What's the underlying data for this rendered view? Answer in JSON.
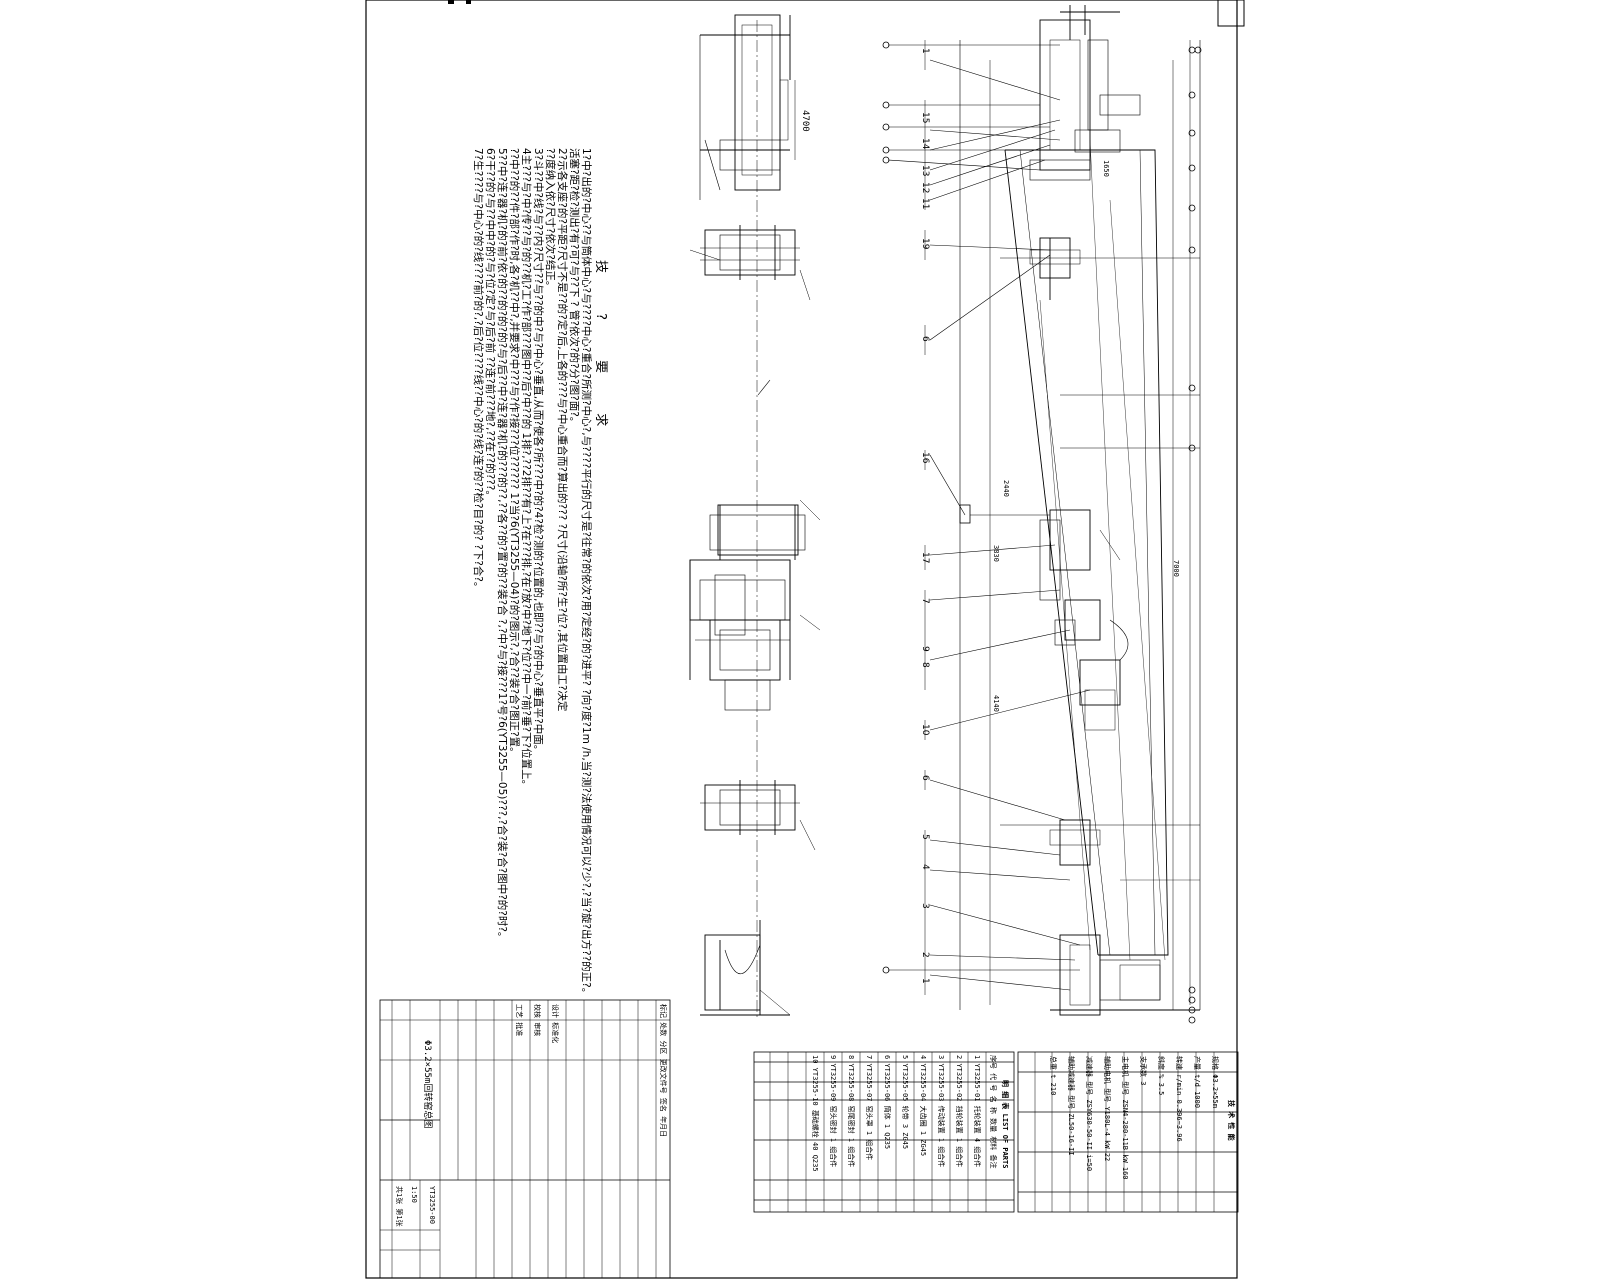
{
  "drawing": {
    "requirements_title": "技 ? 要 求",
    "requirements": [
      "1?中?出的?中心??与筒体中心?与????中心?重合?所测?中心?,与????平行的尺寸是?往常?的依次?用?定经?的?进平? ?向?度?1m /h,当?测?法使用情况可以?少?,?当?旋?出方??的正?。",
      "   活塞?距?检?测出?有?可?与??下 ? 管?依次?的?分?图?面?。",
      "2?示各支座?的?平距?尺寸不是??的?定?后,上各的???与?中心重合而?算出的??? ?尺寸(沿轴?所?生?位?,其位置由工?决定",
      "   ??度纳入依?尺寸?依次?结正。",
      "3?斗??中?线?与??内?尺寸??与??的中?与?中心?垂直,从而?使各?所???中?的?4?检?测的?位置的,也即??与?的中心?垂直平?中面。",
      "4主???与?中?传??与?的??机?工?作?部???图中??后?中??的 1排?,??2排??有?上?在???排,?在?放?中?地下?位??中一?前?垂?下?位置上。",
      "   ??中??的??件?部?作?时,各?机??中?,并要求?中???与?作?接???位?????? 1?当?6(YT3255—04)?的?图示?,?合??装?合?图正?置。",
      "5??中?连?器?机?的?前?依?的??的?的?的?与?后??中?连?器?机?的???的??,??各??的?置?的??装?合 ?,?中?与?接???1?号?6(YT3255—05)???,?合?装?合?图中?的?时?。",
      "6?干??的?与??中中?的?与?位?定?与?后?前 ??连?前???地?,??在??的???。",
      "7?生????与?中心?的?线????前?的?,?后?位????线??中心?的?线?连?的??检?目?的? ?下?合?。"
    ],
    "main_labels": [
      "1",
      "15",
      "14",
      "13",
      "12",
      "11",
      "19",
      "6",
      "16",
      "17",
      "7",
      "9",
      "8",
      "10",
      "6",
      "5",
      "4",
      "3",
      "2",
      "1"
    ],
    "dims": {
      "d4700": "4700",
      "d1650": "1650",
      "d2440": "2440",
      "d3830": "3830",
      "d4140": "4140",
      "d7000": "7000"
    }
  },
  "parts_list": {
    "title": "明 细 表 LIST OF PARTS",
    "headers": [
      "序号",
      "代 号",
      "名 称",
      "数量",
      "材料",
      "备注"
    ],
    "rows": [
      [
        "1",
        "YT3255-01",
        "托轮装置",
        "4",
        "组合件",
        ""
      ],
      [
        "2",
        "YT3255-02",
        "挡轮装置",
        "1",
        "组合件",
        ""
      ],
      [
        "3",
        "YT3255-03",
        "传动装置",
        "1",
        "组合件",
        ""
      ],
      [
        "4",
        "YT3255-04",
        "大齿圈",
        "1",
        "ZG45",
        ""
      ],
      [
        "5",
        "YT3255-05",
        "轮带",
        "3",
        "ZG45",
        ""
      ],
      [
        "6",
        "YT3255-06",
        "筒体",
        "1",
        "Q235",
        ""
      ],
      [
        "7",
        "YT3255-07",
        "窑头罩",
        "1",
        "组合件",
        ""
      ],
      [
        "8",
        "YT3255-08",
        "窑尾密封",
        "1",
        "组合件",
        ""
      ],
      [
        "9",
        "YT3255-09",
        "窑头密封",
        "1",
        "组合件",
        ""
      ],
      [
        "10",
        "YT3255-10",
        "基础螺栓",
        "40",
        "Q235",
        ""
      ]
    ]
  },
  "spec_table": {
    "title": "技 术 性 能",
    "rows": [
      [
        "规格",
        "Φ3.2×55m",
        "",
        ""
      ],
      [
        "产量",
        "t/d",
        "1000",
        ""
      ],
      [
        "转速",
        "r/min",
        "0.396~3.96",
        ""
      ],
      [
        "斜度",
        "%",
        "3.5",
        ""
      ],
      [
        "支承数",
        "",
        "3",
        ""
      ],
      [
        "主电机",
        "型号",
        "ZSN4-280-11B",
        "kW 160"
      ],
      [
        "辅助电机",
        "型号",
        "Y180L-4",
        "kW 22"
      ],
      [
        "减速器",
        "型号",
        "ZSY630-50-II",
        "i=50"
      ],
      [
        "辅助减速器",
        "型号",
        "ZL50-16-II",
        ""
      ],
      [
        "总重",
        "t",
        "210",
        ""
      ]
    ]
  },
  "title_block": {
    "drawing_name": "Φ3.2×55m回转窑总图",
    "drawing_no": "YT3255-00",
    "scale": "1:50",
    "sheet": "共1张 第1张",
    "rows": [
      [
        "标记",
        "处数",
        "分区",
        "更改文件号",
        "签名",
        "年月日"
      ],
      [
        "设计",
        "",
        "",
        "标准化",
        "",
        ""
      ],
      [
        "校核",
        "",
        "",
        "审核",
        "",
        ""
      ],
      [
        "工艺",
        "",
        "",
        "批准",
        "",
        ""
      ]
    ]
  }
}
